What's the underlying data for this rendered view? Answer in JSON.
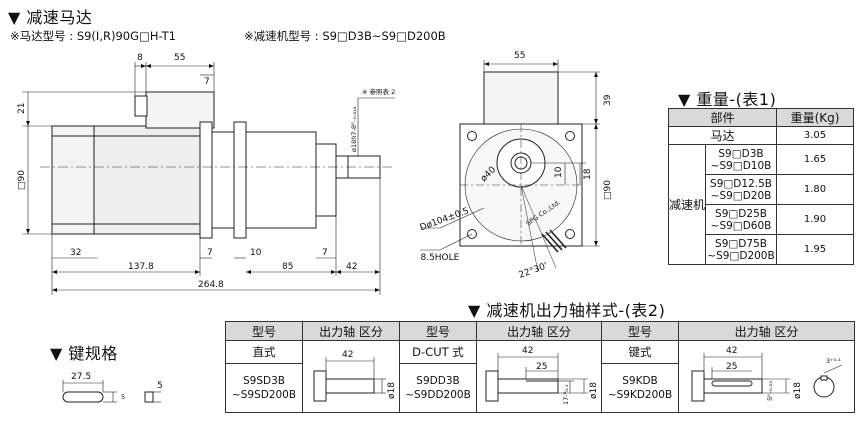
{
  "heading": {
    "title": "▼  减速马达",
    "motor_model": "※马达型号 : S9(I,R)90G□H-T1",
    "gear_model": "※减速机型号 : S9□D3B~S9□D200B"
  },
  "front_view": {
    "dims": {
      "d8": "8",
      "d55": "55",
      "d7a": "7",
      "d21": "21",
      "d90": "□90",
      "d32": "32",
      "d7b": "7",
      "d10": "10",
      "d7c": "7",
      "d137": "137.8",
      "d85": "85",
      "d42": "42",
      "d264": "264.8",
      "shaft": "ø18h7-8⁰₋₀.₀₁₈"
    },
    "note": "※ 参照表 2"
  },
  "side_view": {
    "dims": {
      "d55": "55",
      "d39": "39",
      "d10": "10",
      "d18": "18",
      "d90": "□90",
      "d40": "ø40",
      "pcd": "P.C.Dø104±0.5",
      "hole": "4-ø8.5HOLE",
      "angle": "22°30'",
      "brand": "SPG Co.,Ltd."
    }
  },
  "weight": {
    "title": "▼  重量-(表1)",
    "header": [
      "部件",
      "重量(Kg)"
    ],
    "motor": {
      "name": "马达",
      "value": "3.05"
    },
    "gear_label": "减速机",
    "rows": [
      {
        "l1": "S9□D3B",
        "l2": "~S9□D10B",
        "value": "1.65"
      },
      {
        "l1": "S9□D12.5B",
        "l2": "~S9□D20B",
        "value": "1.80"
      },
      {
        "l1": "S9□D25B",
        "l2": "~S9□D60B",
        "value": "1.90"
      },
      {
        "l1": "S9□D75B",
        "l2": "~S9□D200B",
        "value": "1.95"
      }
    ]
  },
  "shaft": {
    "title": "▼  减速机出力轴样式-(表2)",
    "header": {
      "model": "型号",
      "shaft": "出力轴 区分"
    },
    "types": [
      {
        "name": "直式",
        "m1": "S9SD3B",
        "m2": "~S9SD200B"
      },
      {
        "name": "D-CUT 式",
        "m1": "S9DD3B",
        "m2": "~S9DD200B"
      },
      {
        "name": "键式",
        "m1": "S9KDB",
        "m2": "~S9KD200B"
      }
    ],
    "dims": {
      "s_42": "42",
      "s_18": "ø18",
      "d_42": "42",
      "d_25": "25",
      "d_17": "17-⁰₀.₁",
      "d_18": "ø18",
      "k_42": "42",
      "k_25": "25",
      "k_5": "5⁰₋₀.₀₃",
      "k_18": "ø18",
      "k_3": "3⁺⁰·¹"
    }
  },
  "key": {
    "title": "▼  键规格",
    "d275": "27.5",
    "d5a": "5",
    "d5b": "5"
  }
}
